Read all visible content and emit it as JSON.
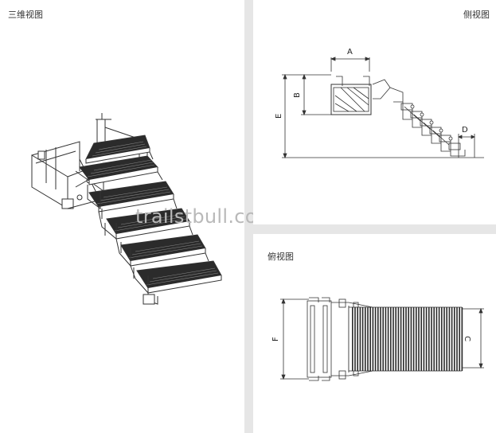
{
  "views": {
    "iso_title": "三维视图",
    "side_title": "侧视图",
    "top_title": "俯视图"
  },
  "watermark": "trailstbull.com",
  "dimensions": {
    "A": "A",
    "B": "B",
    "D": "D",
    "E": "E",
    "F": "F",
    "C": "C"
  },
  "colors": {
    "background": "#e6e6e6",
    "panel": "#ffffff",
    "line": "#333333",
    "tread": "#2b2b2b"
  }
}
